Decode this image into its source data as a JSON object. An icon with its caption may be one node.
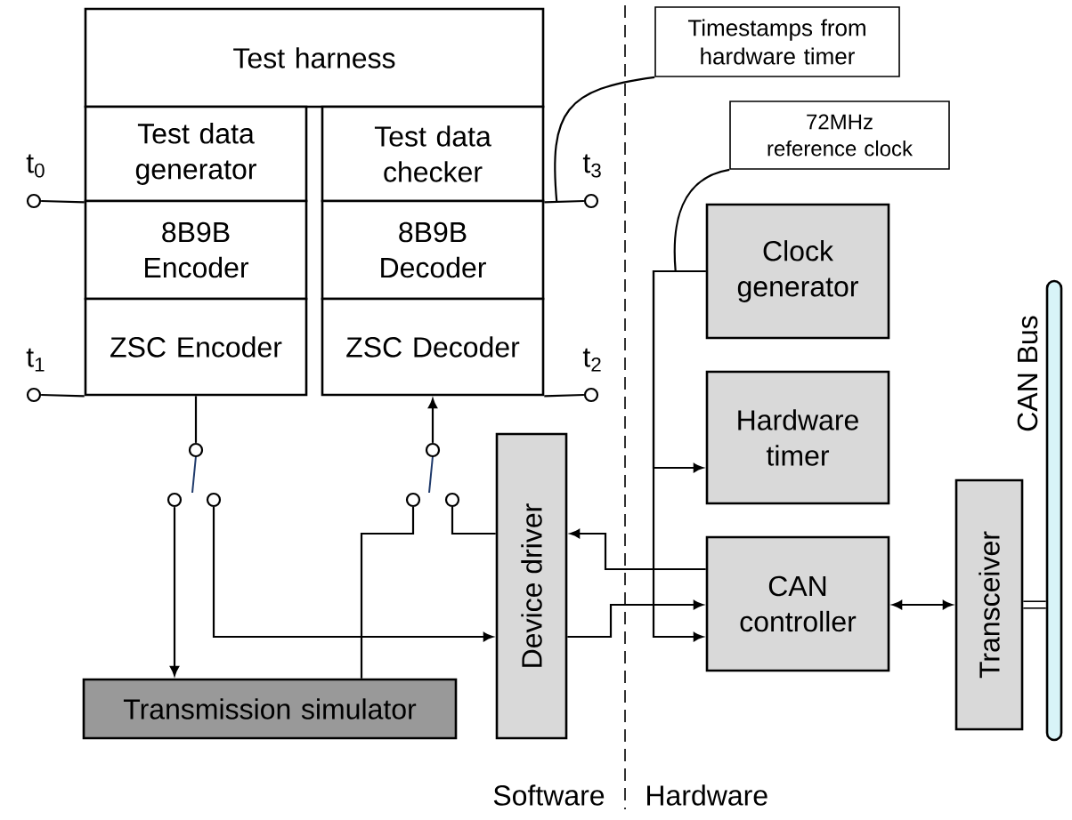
{
  "diagram": {
    "nodes": [
      {
        "text": [
          "Test harness"
        ]
      },
      {
        "text": [
          "Test data generator"
        ]
      },
      {
        "text": [
          "8B9B Encoder"
        ]
      },
      {
        "text": [
          "ZSC Encoder"
        ]
      },
      {
        "text": [
          "Test data checker"
        ]
      },
      {
        "text": [
          "8B9B Decoder"
        ]
      },
      {
        "text": [
          "ZSC Decoder"
        ]
      },
      {
        "text": [
          "Transmission simulator"
        ]
      },
      {
        "text": [
          "Device driver"
        ]
      },
      {
        "text": [
          "Clock generator"
        ]
      },
      {
        "text": [
          "Hardware timer"
        ]
      },
      {
        "text": [
          "CAN controller"
        ]
      },
      {
        "text": [
          "Transceiver"
        ]
      },
      {
        "text": [],
        "shape": "bar",
        "beside": [
          "CAN Bus"
        ]
      },
      {
        "text": [
          "Timestamps from hardware timer"
        ]
      },
      {
        "text": [
          "72MHz reference clock"
        ]
      },
      {
        "text": [],
        "shape": "circle",
        "beside": [
          "t$_{0}$"
        ]
      },
      {
        "text": [],
        "shape": "circle",
        "beside": [
          "t$_{1}$"
        ]
      },
      {
        "text": [],
        "shape": "circle",
        "beside": [
          "t$_{3}$"
        ]
      },
      {
        "text": [],
        "shape": "circle",
        "beside": [
          "t$_{2}$"
        ]
      },
      {
        "text": [],
        "shape": "circle"
      },
      {
        "text": [],
        "shape": "circle"
      },
      {
        "text": [],
        "shape": "circle"
      },
      {
        "text": [],
        "shape": "circle"
      },
      {
        "text": [],
        "shape": "circle"
      },
      {
        "text": [],
        "shape": "circle"
      }
    ],
    "edges": [
      {
        "from": 16,
        "to": 1,
        "arrow": "none"
      },
      {
        "from": 4,
        "to": 18,
        "arrow": "none"
      },
      {
        "from": 17,
        "to": 3,
        "arrow": "none"
      },
      {
        "from": 6,
        "to": 19,
        "arrow": "none"
      },
      {
        "from": 14,
        "to": 4,
        "arrow": "none"
      },
      {
        "from": 15,
        "to": 9,
        "arrow": "none"
      },
      {
        "from": 3,
        "to": 20,
        "arrow": "none"
      },
      {
        "from": 21,
        "to": 7,
        "arrow": "to"
      },
      {
        "from": 22,
        "to": 8,
        "arrow": "to"
      },
      {
        "from": 23,
        "to": 6,
        "arrow": "to"
      },
      {
        "from": 7,
        "to": 24,
        "arrow": "none"
      },
      {
        "from": 8,
        "to": 25,
        "arrow": "none"
      },
      {
        "from": 11,
        "to": 8,
        "arrow": "to"
      },
      {
        "from": 8,
        "to": 11,
        "arrow": "to"
      },
      {
        "from": 9,
        "to": 10,
        "arrow": "to"
      },
      {
        "from": 9,
        "to": 11,
        "arrow": "to"
      },
      {
        "from": 11,
        "to": 12,
        "arrow": "both"
      },
      {
        "from": 12,
        "to": 13,
        "arrow": "none",
        "style": "thick"
      }
    ],
    "labels": [
      "Software",
      "Hardware"
    ]
  }
}
